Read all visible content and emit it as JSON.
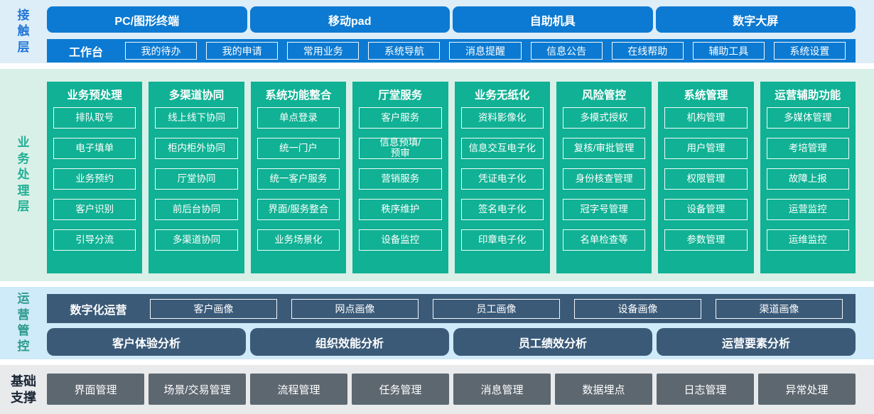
{
  "contact": {
    "label": "接触层",
    "terminals": [
      "PC/图形终端",
      "移动pad",
      "自助机具",
      "数字大屏"
    ],
    "workbench_label": "工作台",
    "workbench_items": [
      "我的待办",
      "我的申请",
      "常用业务",
      "系统导航",
      "消息提醒",
      "信息公告",
      "在线帮助",
      "辅助工具",
      "系统设置"
    ]
  },
  "business": {
    "label": "业务处理层",
    "columns": [
      {
        "title": "业务预处理",
        "items": [
          "排队取号",
          "电子填单",
          "业务预约",
          "客户识别",
          "引导分流"
        ]
      },
      {
        "title": "多渠道协同",
        "items": [
          "线上线下协同",
          "柜内柜外协同",
          "厅堂协同",
          "前后台协同",
          "多渠道协同"
        ]
      },
      {
        "title": "系统功能整合",
        "items": [
          "单点登录",
          "统一门户",
          "统一客户服务",
          "界面/服务整合",
          "业务场景化"
        ]
      },
      {
        "title": "厅堂服务",
        "items": [
          "客户服务",
          "信息预填/\n预审",
          "营销服务",
          "秩序维护",
          "设备监控"
        ]
      },
      {
        "title": "业务无纸化",
        "items": [
          "资料影像化",
          "信息交互电子化",
          "凭证电子化",
          "签名电子化",
          "印章电子化"
        ]
      },
      {
        "title": "风险管控",
        "items": [
          "多模式授权",
          "复核/审批管理",
          "身份核查管理",
          "冠字号管理",
          "名单检查等"
        ]
      },
      {
        "title": "系统管理",
        "items": [
          "机构管理",
          "用户管理",
          "权限管理",
          "设备管理",
          "参数管理"
        ]
      },
      {
        "title": "运营辅助功能",
        "items": [
          "多媒体管理",
          "考培管理",
          "故障上报",
          "运营监控",
          "运维监控"
        ]
      }
    ]
  },
  "operations": {
    "label": "运营管控",
    "digital_label": "数字化运营",
    "portraits": [
      "客户画像",
      "网点画像",
      "员工画像",
      "设备画像",
      "渠道画像"
    ],
    "analyses": [
      "客户体验分析",
      "组织效能分析",
      "员工绩效分析",
      "运营要素分析"
    ]
  },
  "foundation": {
    "label": "基础支撑",
    "items": [
      "界面管理",
      "场景/交易管理",
      "流程管理",
      "任务管理",
      "消息管理",
      "数据埋点",
      "日志管理",
      "异常处理"
    ]
  },
  "colors": {
    "contact_bg": "#ddeef9",
    "business_bg": "#d9f0e8",
    "operations_bg": "#cfeaf8",
    "foundation_bg": "#e8eaec",
    "blue": "#0c7ad2",
    "green": "#10b194",
    "slate": "#3a5a78",
    "gray": "#5d6770",
    "contact_label": "#2276d6",
    "business_label": "#21b093",
    "operations_label": "#2d9b8e",
    "foundation_label": "#1c2736"
  }
}
